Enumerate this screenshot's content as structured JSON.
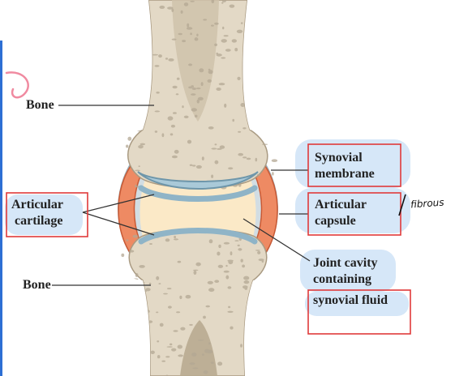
{
  "labels": {
    "bone_top": "Bone",
    "bone_bottom": "Bone",
    "articular_cartilage_line1": "Articular",
    "articular_cartilage_line2": "cartilage",
    "synovial_membrane_line1": "Synovial",
    "synovial_membrane_line2": "membrane",
    "articular_capsule_line1": "Articular",
    "articular_capsule_line2": "capsule",
    "joint_cavity_line1": "Joint cavity",
    "joint_cavity_line2": "containing",
    "joint_cavity_line3": "synovial fluid"
  },
  "annotations": {
    "handwritten_note": "fibrous"
  },
  "colors": {
    "bone": "#e3d9c6",
    "bone_pores": "#b3a793",
    "cartilage": "#a9c9d8",
    "joint_cavity_fluid": "#fbe9c7",
    "synovial_membrane": "#ee8a63",
    "capsule": "#d2dde3",
    "highlight": "#cfe3f7",
    "box_outline": "#e03a3a",
    "page_border": "#2d6fd4"
  }
}
